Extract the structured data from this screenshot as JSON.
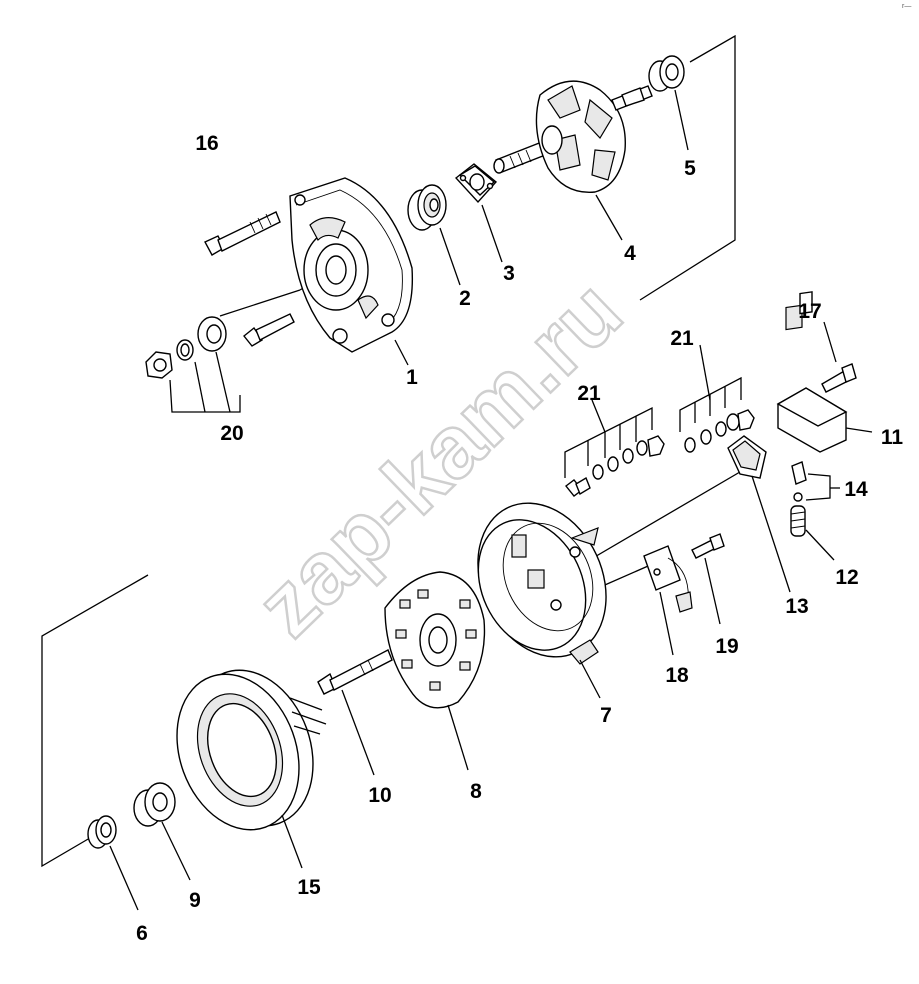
{
  "diagram": {
    "watermark": "zap-kam.ru",
    "corner_mark": "r—",
    "labels": {
      "l1": "1",
      "l2": "2",
      "l3": "3",
      "l4": "4",
      "l5": "5",
      "l6": "6",
      "l7": "7",
      "l8": "8",
      "l9": "9",
      "l10": "10",
      "l11": "11",
      "l12": "12",
      "l13": "13",
      "l14": "14",
      "l15": "15",
      "l16": "16",
      "l17": "17",
      "l18": "18",
      "l19": "19",
      "l20": "20",
      "l21a": "21",
      "l21b": "21"
    }
  }
}
